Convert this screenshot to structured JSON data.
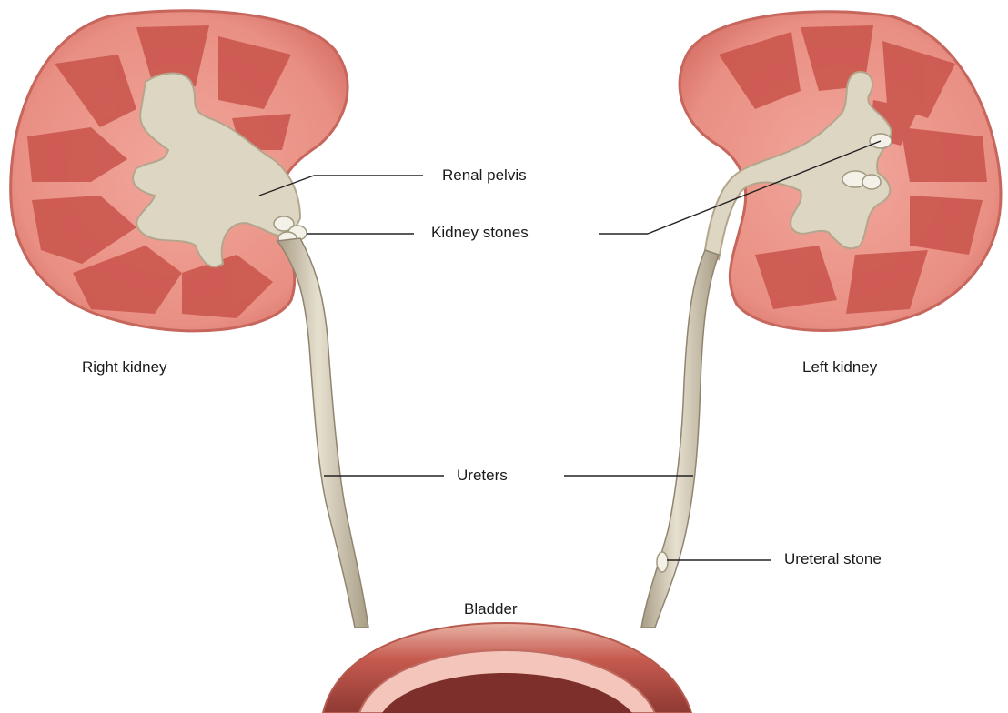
{
  "labels": {
    "renal_pelvis": "Renal pelvis",
    "kidney_stones": "Kidney stones",
    "right_kidney": "Right kidney",
    "left_kidney": "Left kidney",
    "ureters": "Ureters",
    "ureteral_stone": "Ureteral stone",
    "bladder": "Bladder"
  },
  "colors": {
    "cortex": "#e98f83",
    "capsule": "#d9746a",
    "pyramid": "#c9534b",
    "pelvis": "#ddd6c3",
    "ureter_wall": "#b9ae98",
    "stone": "#f4f1e8",
    "leader_line": "#222222",
    "bladder_outer": "#c65a4f",
    "bladder_inner": "#7c2f2b"
  }
}
